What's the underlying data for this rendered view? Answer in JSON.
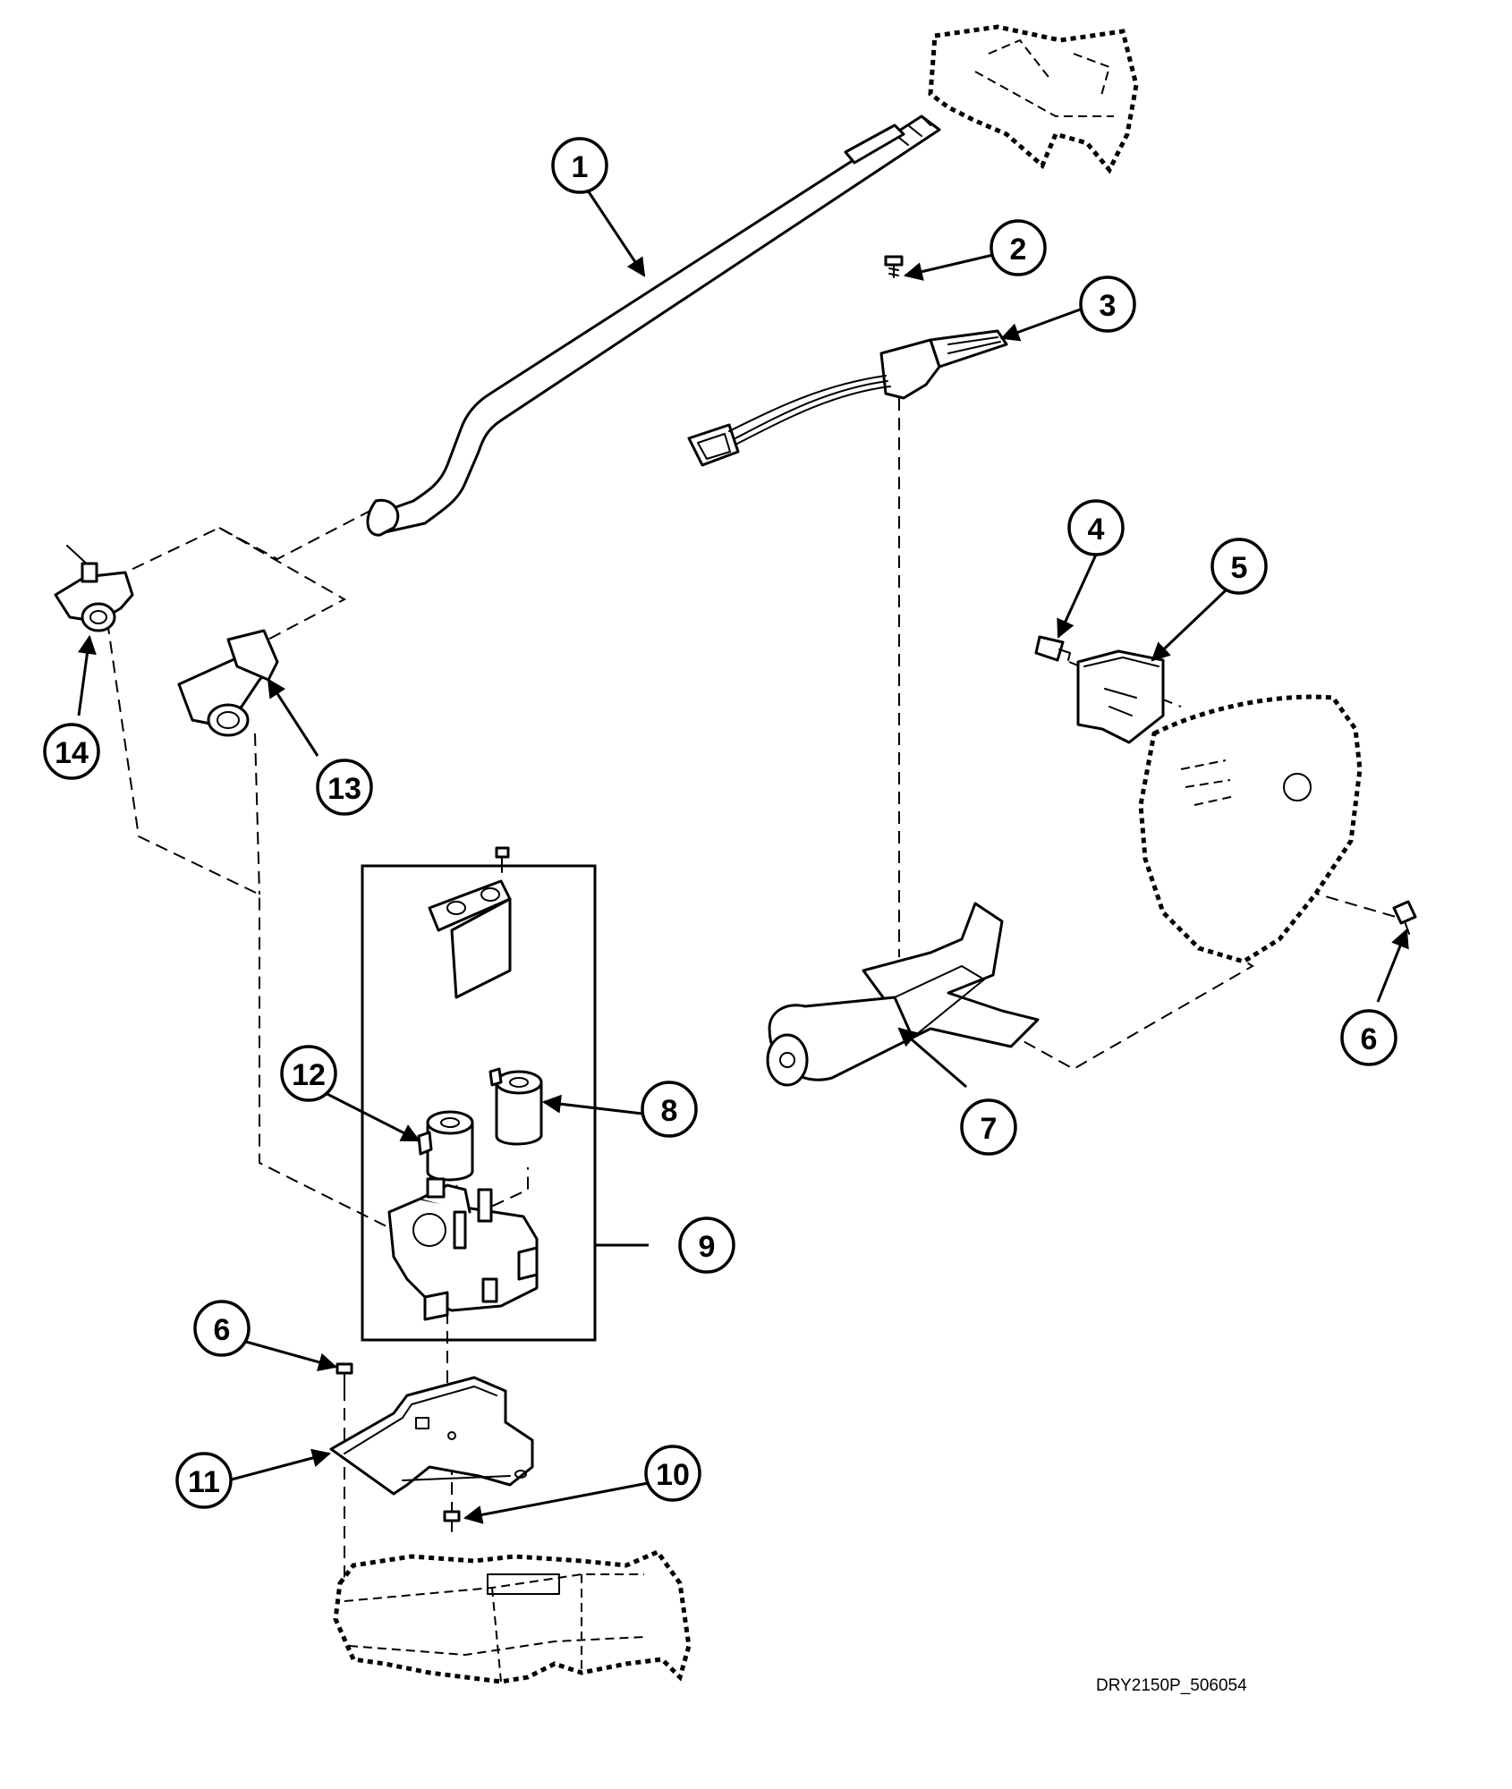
{
  "drawing_code": "DRY2150P_506054",
  "callouts": {
    "c1": "1",
    "c2": "2",
    "c3": "3",
    "c4": "4",
    "c5": "5",
    "c6a": "6",
    "c6b": "6",
    "c7": "7",
    "c8": "8",
    "c9": "9",
    "c10": "10",
    "c11": "11",
    "c12": "12",
    "c13": "13",
    "c14": "14"
  }
}
